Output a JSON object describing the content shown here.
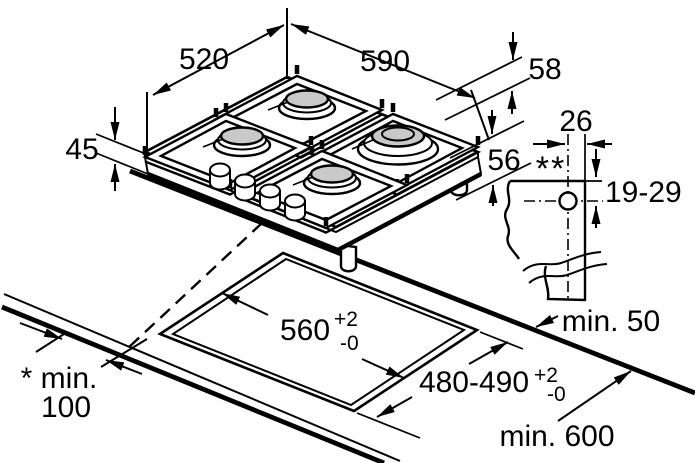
{
  "diagram": {
    "kind": "hob-installation-drawing",
    "labels": {
      "top_width": "520",
      "top_depth": "590",
      "body_height": "45",
      "edge_height": "58",
      "install_clearance": "56",
      "hole_offset": "26",
      "footnote_marks": "**",
      "hole_depth": "19-29",
      "cutout_width_value": "560",
      "cutout_width_tol_plus": "+2",
      "cutout_width_tol_minus": "-0",
      "cutout_depth_value": "480-490",
      "cutout_depth_tol_plus": "+2",
      "cutout_depth_tol_minus": "-0",
      "front_edge_clearance": "min. 50",
      "side_clearance_star": "* min.",
      "side_clearance_value": "100",
      "rear_clearance": "min. 600"
    }
  }
}
